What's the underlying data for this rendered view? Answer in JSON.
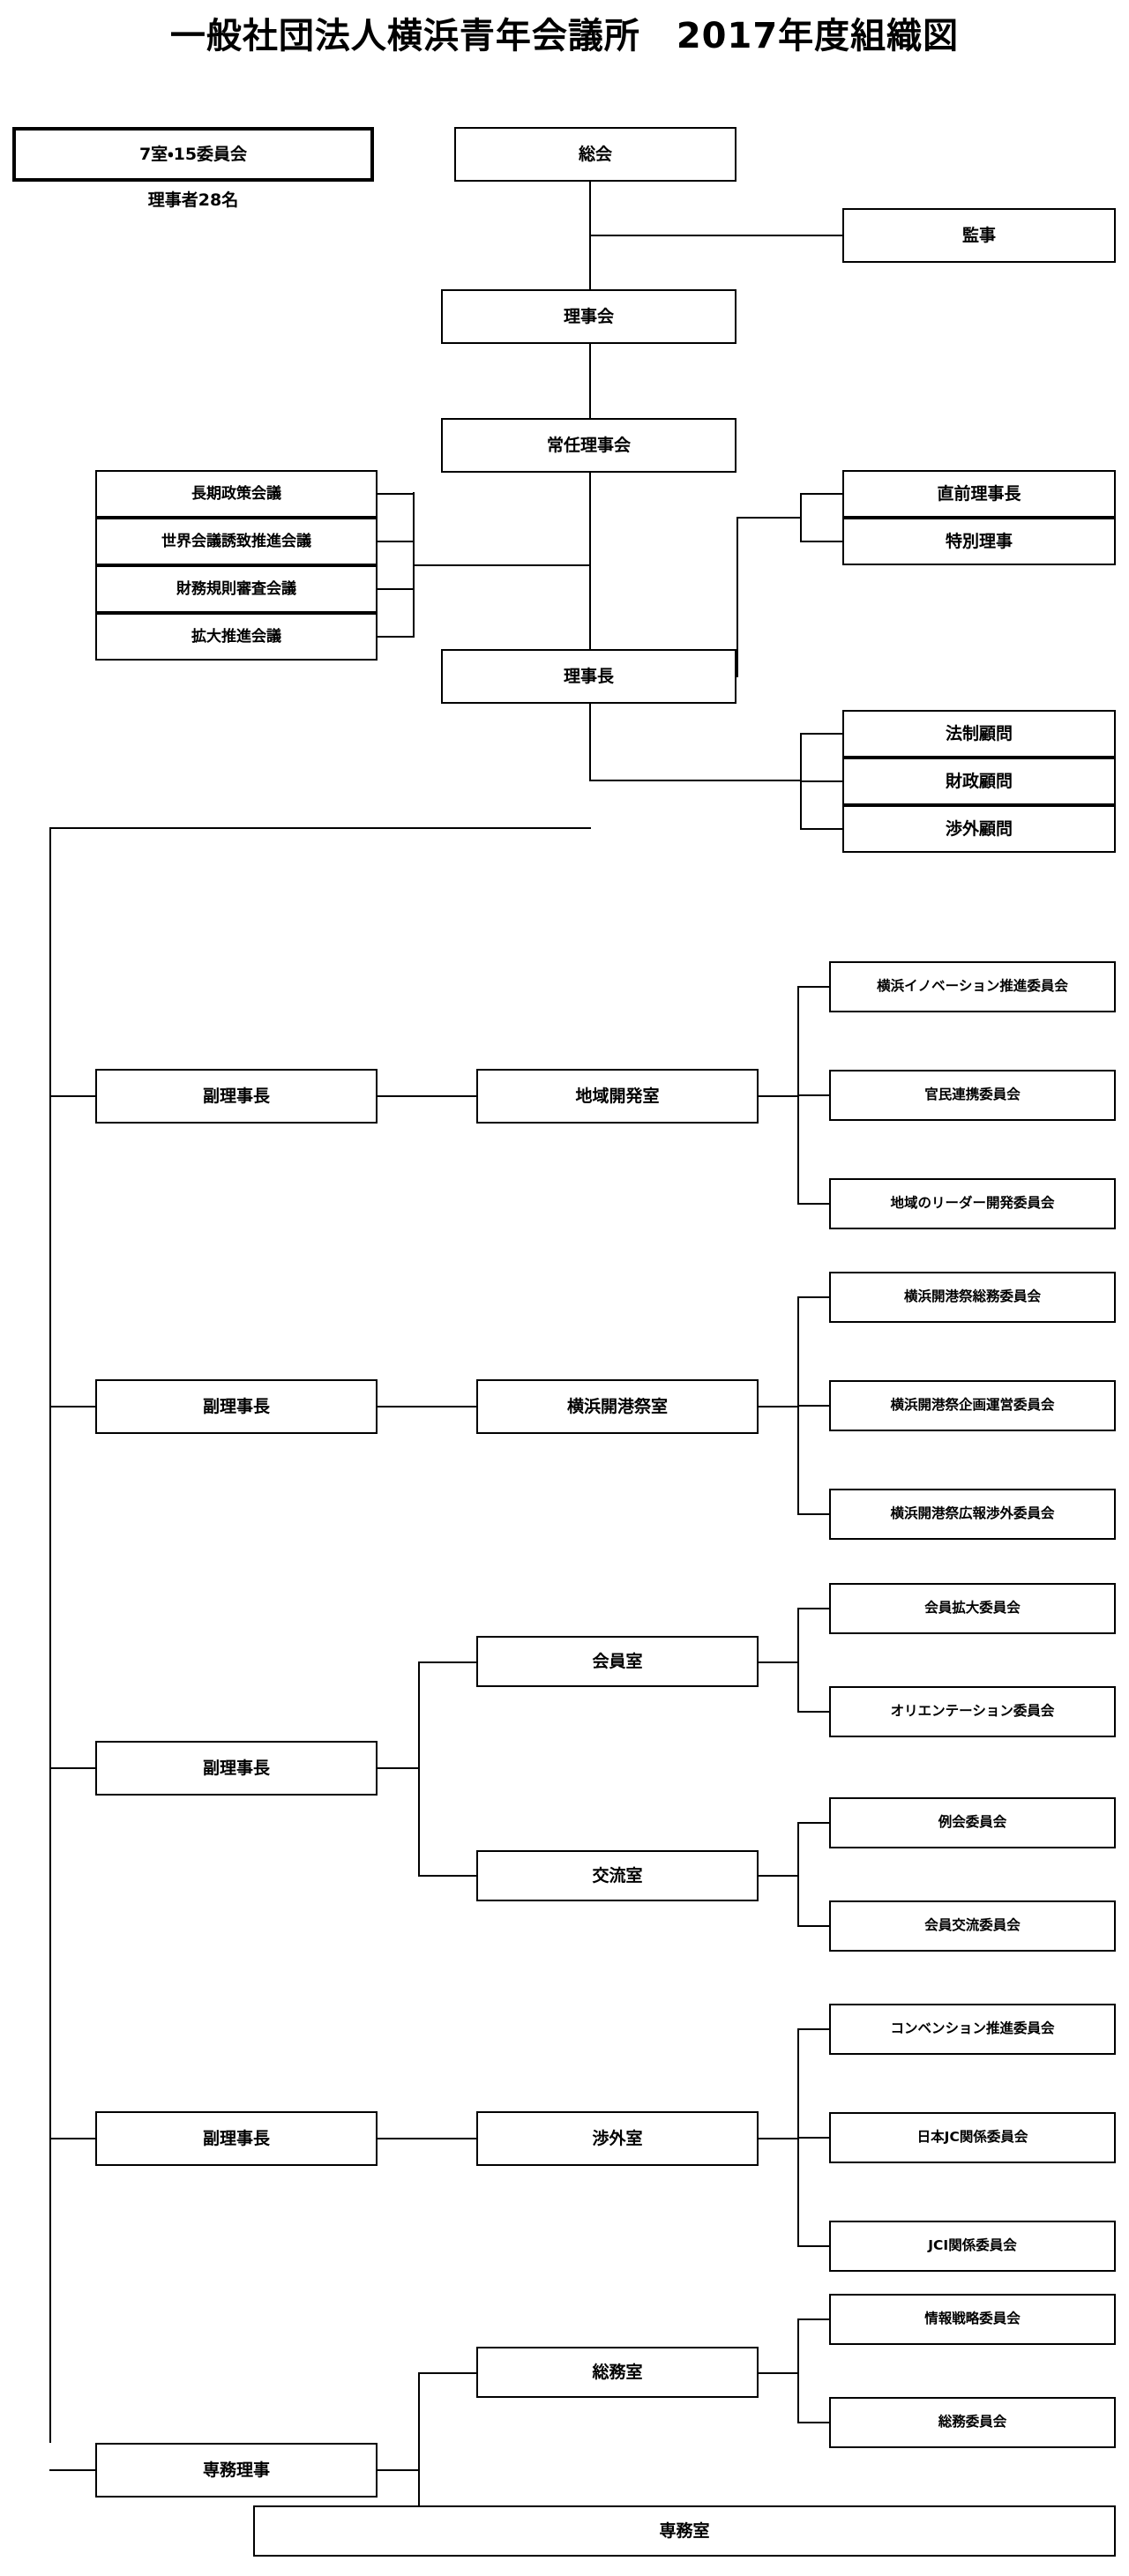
{
  "title": "一般社団法人横浜青年会議所　2017年度組織図",
  "summary": {
    "box_label": "7室・15委員会",
    "caption": "理事者28名"
  },
  "governance": {
    "general_meeting": "総会",
    "auditor": "監事",
    "board_of_directors": "理事会",
    "standing_board": "常任理事会",
    "president": "理事長"
  },
  "councils": [
    {
      "label": "長期政策会議"
    },
    {
      "label": "世界会議誘致推進会議"
    },
    {
      "label": "財務規則審査会議"
    },
    {
      "label": "拡大推進会議"
    }
  ],
  "special_directors": [
    {
      "label": "直前理事長"
    },
    {
      "label": "特別理事"
    }
  ],
  "advisors": [
    {
      "label": "法制顧問"
    },
    {
      "label": "財政顧問"
    },
    {
      "label": "渉外顧問"
    }
  ],
  "divisions": [
    {
      "officer": "副理事長",
      "rooms": [
        {
          "name": "地域開発室",
          "committees": [
            "横浜イノベーション推進委員会",
            "官民連携委員会",
            "地域のリーダー開発委員会"
          ]
        }
      ]
    },
    {
      "officer": "副理事長",
      "rooms": [
        {
          "name": "横浜開港祭室",
          "committees": [
            "横浜開港祭総務委員会",
            "横浜開港祭企画運営委員会",
            "横浜開港祭広報渉外委員会"
          ]
        }
      ]
    },
    {
      "officer": "副理事長",
      "rooms": [
        {
          "name": "会員室",
          "committees": [
            "会員拡大委員会",
            "オリエンテーション委員会"
          ]
        },
        {
          "name": "交流室",
          "committees": [
            "例会委員会",
            "会員交流委員会"
          ]
        }
      ]
    },
    {
      "officer": "副理事長",
      "rooms": [
        {
          "name": "渉外室",
          "committees": [
            "コンベンション推進委員会",
            "日本JC関係委員会",
            "JCI関係委員会"
          ]
        }
      ]
    },
    {
      "officer": "専務理事",
      "rooms": [
        {
          "name": "総務室",
          "committees": [
            "情報戦略委員会",
            "総務委員会"
          ]
        },
        {
          "name": "専務室",
          "committees": []
        }
      ]
    }
  ],
  "colors": {
    "line": "#000000",
    "box_border": "#000000",
    "background": "#ffffff",
    "text": "#000000"
  }
}
